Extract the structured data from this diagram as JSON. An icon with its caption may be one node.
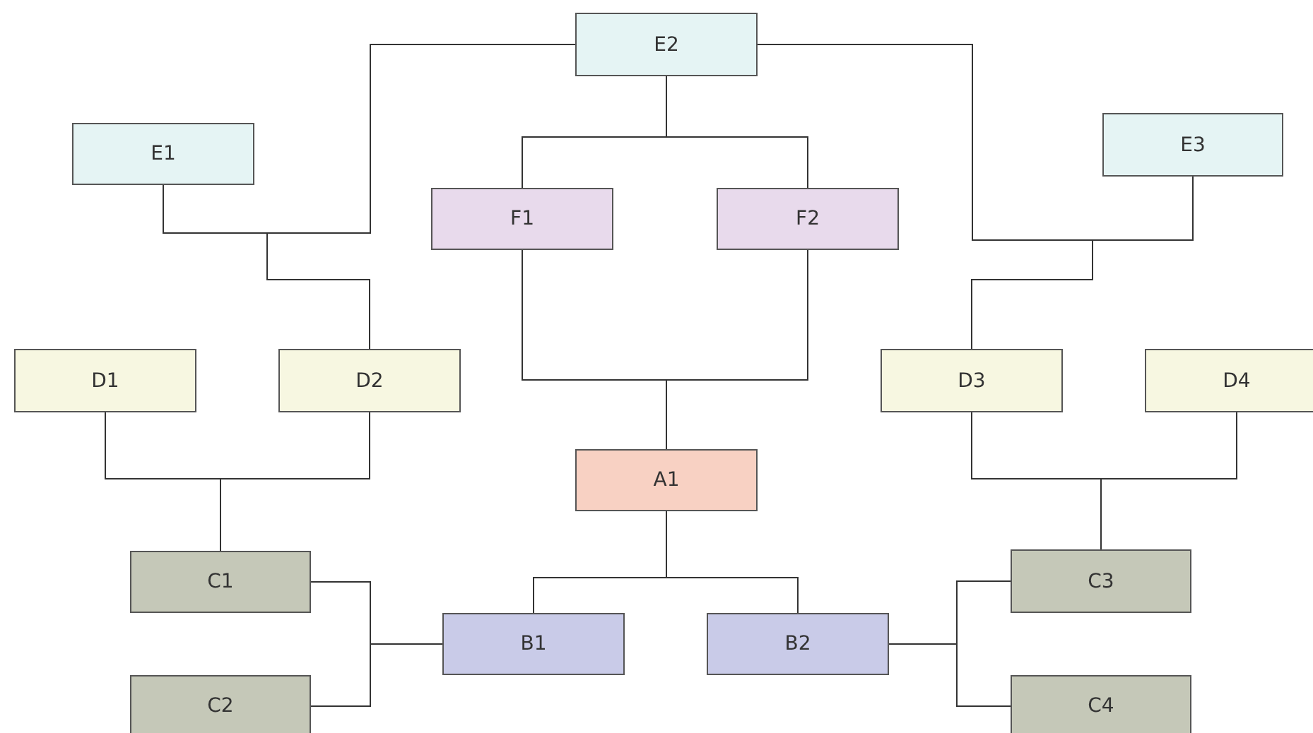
{
  "diagram": {
    "nodes": [
      {
        "text": [
          "E2"
        ]
      },
      {
        "text": [
          "E1"
        ]
      },
      {
        "text": [
          "E3"
        ]
      },
      {
        "text": [
          "F1"
        ]
      },
      {
        "text": [
          "F2"
        ]
      },
      {
        "text": [
          "D1"
        ]
      },
      {
        "text": [
          "D2"
        ]
      },
      {
        "text": [
          "D3"
        ]
      },
      {
        "text": [
          "D4"
        ]
      },
      {
        "text": [
          "A1"
        ]
      },
      {
        "text": [
          "C1"
        ]
      },
      {
        "text": [
          "C3"
        ]
      },
      {
        "text": [
          "B1"
        ]
      },
      {
        "text": [
          "B2"
        ]
      },
      {
        "text": [
          "C2"
        ]
      },
      {
        "text": [
          "C4"
        ]
      }
    ],
    "edges": [
      {
        "from": 0,
        "to": 3,
        "arrow": "none"
      },
      {
        "from": 0,
        "to": 4,
        "arrow": "none"
      },
      {
        "from": 3,
        "to": 9,
        "arrow": "none"
      },
      {
        "from": 4,
        "to": 9,
        "arrow": "none"
      },
      {
        "from": 1,
        "to": 6,
        "arrow": "none"
      },
      {
        "from": 0,
        "to": 6,
        "arrow": "none"
      },
      {
        "from": 0,
        "to": 7,
        "arrow": "none"
      },
      {
        "from": 2,
        "to": 7,
        "arrow": "none"
      },
      {
        "from": 5,
        "to": 10,
        "arrow": "none"
      },
      {
        "from": 6,
        "to": 10,
        "arrow": "none"
      },
      {
        "from": 7,
        "to": 11,
        "arrow": "none"
      },
      {
        "from": 8,
        "to": 11,
        "arrow": "none"
      },
      {
        "from": 9,
        "to": 12,
        "arrow": "none"
      },
      {
        "from": 9,
        "to": 13,
        "arrow": "none"
      },
      {
        "from": 10,
        "to": 12,
        "arrow": "none"
      },
      {
        "from": 14,
        "to": 12,
        "arrow": "none"
      },
      {
        "from": 11,
        "to": 13,
        "arrow": "none"
      },
      {
        "from": 15,
        "to": 13,
        "arrow": "none"
      }
    ]
  }
}
